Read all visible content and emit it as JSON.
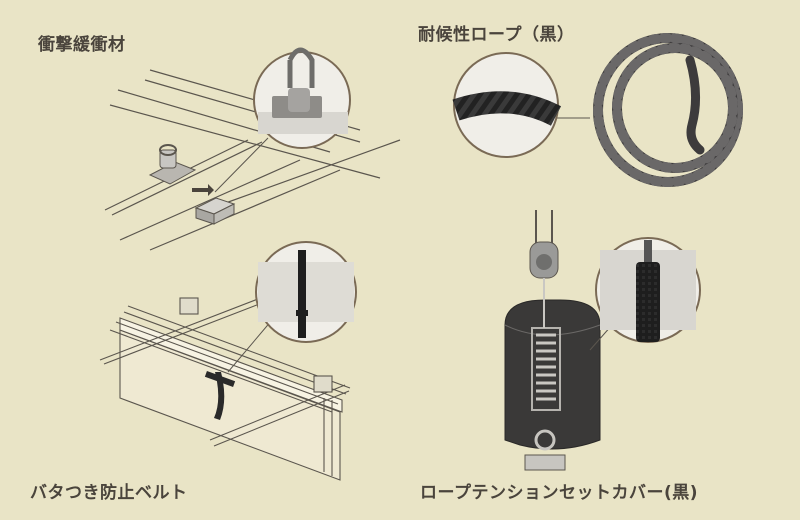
{
  "labels": {
    "shock_absorber": "衝撃緩衝材",
    "weather_rope": "耐候性ロープ（黒）",
    "flap_belt": "バタつき防止ベルト",
    "rope_tension_cover": "ロープテンションセットカバー(黒)"
  },
  "colors": {
    "background": "#e9e4c6",
    "line": "#5b564e",
    "circle_stroke": "#7a6a55",
    "rope": "#3d3b3c",
    "cover": "#3a3938",
    "metal": "#9a9a98"
  }
}
